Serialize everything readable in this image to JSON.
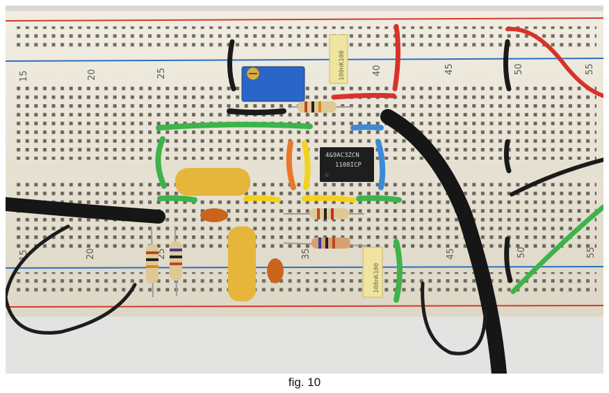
{
  "caption": "fig. 10",
  "breadboard": {
    "top_numbers": [
      "15",
      "20",
      "25",
      "40",
      "45",
      "50",
      "55"
    ],
    "bottom_numbers": [
      "15",
      "20",
      "25",
      "35",
      "45",
      "50",
      "55"
    ]
  },
  "components": {
    "ic_line1": "4&9AC3ZCN",
    "ic_line2": "1108ICP",
    "cap_top_label": "100nK100",
    "cap_bottom_label": "100nK100"
  },
  "colors": {
    "board": "#e9e4d6",
    "rail_red": "#d23a2a",
    "rail_blue": "#2a6fc4",
    "wire_red": "#d8322a",
    "wire_green": "#3cb44a",
    "wire_black": "#1a1a1a",
    "wire_yellow": "#f2d21e",
    "wire_orange": "#e8782a",
    "wire_blue": "#3a8ad8",
    "cap_yellow": "#e6b63a",
    "cap_orange": "#c8641e",
    "pot_blue": "#2a66c8"
  }
}
